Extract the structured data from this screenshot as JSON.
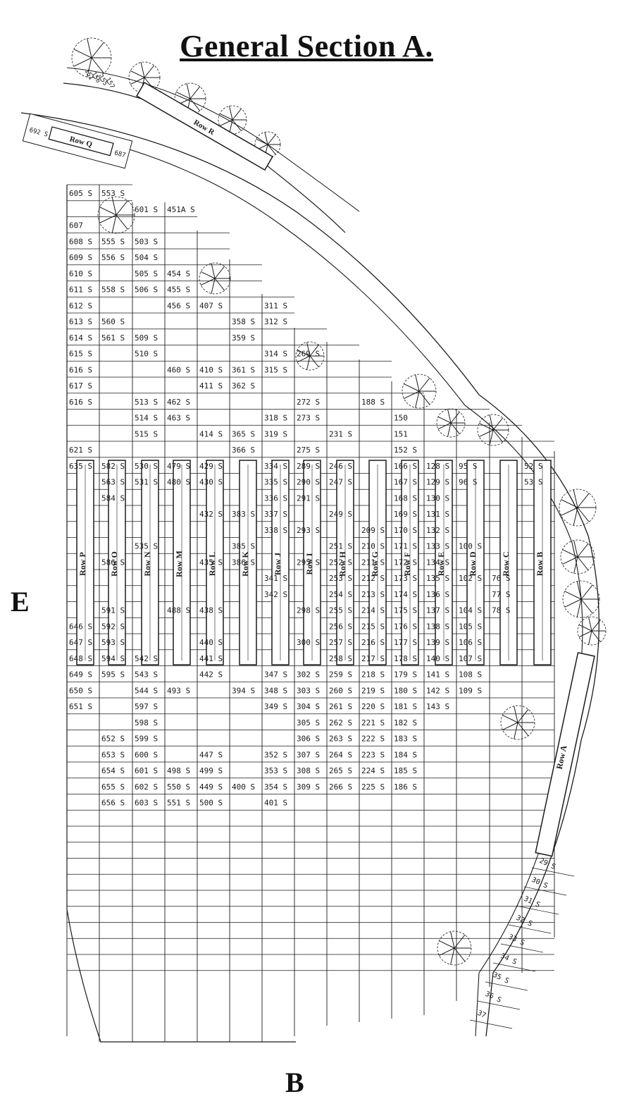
{
  "title": "General Section A.",
  "compass": {
    "left": "E",
    "bottom": "B"
  },
  "ink_color": "#1a1a1a",
  "row_labels": [
    "Row P",
    "Row O",
    "Row N",
    "Row M",
    "Row L",
    "Row K",
    "Row J",
    "Row I",
    "Row H",
    "Row G",
    "Row F",
    "Row E",
    "Row D",
    "Row C",
    "Row B"
  ],
  "top_row_labels": {
    "row_r": "Row R",
    "row_q": "Row Q",
    "row_a": "Row A"
  },
  "plots": [
    {
      "t": "605 S",
      "c": 0,
      "r": 0
    },
    {
      "t": "553 S",
      "c": 1,
      "r": 0
    },
    {
      "t": "601 S",
      "c": 2,
      "r": 1
    },
    {
      "t": "451A S",
      "c": 3,
      "r": 1
    },
    {
      "t": "607",
      "c": 0,
      "r": 2
    },
    {
      "t": "608 S",
      "c": 0,
      "r": 3
    },
    {
      "t": "555 S",
      "c": 1,
      "r": 3
    },
    {
      "t": "503 S",
      "c": 2,
      "r": 3
    },
    {
      "t": "609 S",
      "c": 0,
      "r": 4
    },
    {
      "t": "556 S",
      "c": 1,
      "r": 4
    },
    {
      "t": "504 S",
      "c": 2,
      "r": 4
    },
    {
      "t": "610 S",
      "c": 0,
      "r": 5
    },
    {
      "t": "505 S",
      "c": 2,
      "r": 5
    },
    {
      "t": "454 S",
      "c": 3,
      "r": 5
    },
    {
      "t": "611 S",
      "c": 0,
      "r": 6
    },
    {
      "t": "558 S",
      "c": 1,
      "r": 6
    },
    {
      "t": "506 S",
      "c": 2,
      "r": 6
    },
    {
      "t": "455 S",
      "c": 3,
      "r": 6
    },
    {
      "t": "612 S",
      "c": 0,
      "r": 7
    },
    {
      "t": "456 S",
      "c": 3,
      "r": 7
    },
    {
      "t": "407 S",
      "c": 4,
      "r": 7
    },
    {
      "t": "311 S",
      "c": 6,
      "r": 7
    },
    {
      "t": "613 S",
      "c": 0,
      "r": 8
    },
    {
      "t": "560 S",
      "c": 1,
      "r": 8
    },
    {
      "t": "358 S",
      "c": 5,
      "r": 8
    },
    {
      "t": "312 S",
      "c": 6,
      "r": 8
    },
    {
      "t": "614 S",
      "c": 0,
      "r": 9
    },
    {
      "t": "561 S",
      "c": 1,
      "r": 9
    },
    {
      "t": "509 S",
      "c": 2,
      "r": 9
    },
    {
      "t": "359 S",
      "c": 5,
      "r": 9
    },
    {
      "t": "615 S",
      "c": 0,
      "r": 10
    },
    {
      "t": "510 S",
      "c": 2,
      "r": 10
    },
    {
      "t": "314 S",
      "c": 6,
      "r": 10
    },
    {
      "t": "269 S",
      "c": 7,
      "r": 10
    },
    {
      "t": "616 S",
      "c": 0,
      "r": 11
    },
    {
      "t": "460 S",
      "c": 3,
      "r": 11
    },
    {
      "t": "410 S",
      "c": 4,
      "r": 11
    },
    {
      "t": "361 S",
      "c": 5,
      "r": 11
    },
    {
      "t": "315 S",
      "c": 6,
      "r": 11
    },
    {
      "t": "617 S",
      "c": 0,
      "r": 12
    },
    {
      "t": "411 S",
      "c": 4,
      "r": 12
    },
    {
      "t": "362 S",
      "c": 5,
      "r": 12
    },
    {
      "t": "616 S",
      "c": 0,
      "r": 13
    },
    {
      "t": "513 S",
      "c": 2,
      "r": 13
    },
    {
      "t": "462 S",
      "c": 3,
      "r": 13
    },
    {
      "t": "272 S",
      "c": 7,
      "r": 13
    },
    {
      "t": "188 S",
      "c": 9,
      "r": 13
    },
    {
      "t": "514 S",
      "c": 2,
      "r": 14
    },
    {
      "t": "463 S",
      "c": 3,
      "r": 14
    },
    {
      "t": "318 S",
      "c": 6,
      "r": 14
    },
    {
      "t": "273 S",
      "c": 7,
      "r": 14
    },
    {
      "t": "150",
      "c": 10,
      "r": 14
    },
    {
      "t": "515 S",
      "c": 2,
      "r": 15
    },
    {
      "t": "414 S",
      "c": 4,
      "r": 15
    },
    {
      "t": "365 S",
      "c": 5,
      "r": 15
    },
    {
      "t": "319 S",
      "c": 6,
      "r": 15
    },
    {
      "t": "231 S",
      "c": 8,
      "r": 15
    },
    {
      "t": "151",
      "c": 10,
      "r": 15
    },
    {
      "t": "621 S",
      "c": 0,
      "r": 16
    },
    {
      "t": "366 S",
      "c": 5,
      "r": 16
    },
    {
      "t": "275 S",
      "c": 7,
      "r": 16
    },
    {
      "t": "152 S",
      "c": 10,
      "r": 16
    },
    {
      "t": "635 S",
      "c": 0,
      "r": 17
    },
    {
      "t": "582 S",
      "c": 1,
      "r": 17
    },
    {
      "t": "530 S",
      "c": 2,
      "r": 17
    },
    {
      "t": "479 S",
      "c": 3,
      "r": 17
    },
    {
      "t": "429 S",
      "c": 4,
      "r": 17
    },
    {
      "t": "334 S",
      "c": 6,
      "r": 17
    },
    {
      "t": "289 S",
      "c": 7,
      "r": 17
    },
    {
      "t": "246 S",
      "c": 8,
      "r": 17
    },
    {
      "t": "166 S",
      "c": 10,
      "r": 17
    },
    {
      "t": "128 S",
      "c": 11,
      "r": 17
    },
    {
      "t": "95 S",
      "c": 12,
      "r": 17
    },
    {
      "t": "52 S",
      "c": 14,
      "r": 17
    },
    {
      "t": "563 S",
      "c": 1,
      "r": 18
    },
    {
      "t": "531 S",
      "c": 2,
      "r": 18
    },
    {
      "t": "480 S",
      "c": 3,
      "r": 18
    },
    {
      "t": "430 S",
      "c": 4,
      "r": 18
    },
    {
      "t": "335 S",
      "c": 6,
      "r": 18
    },
    {
      "t": "290 S",
      "c": 7,
      "r": 18
    },
    {
      "t": "247 S",
      "c": 8,
      "r": 18
    },
    {
      "t": "167 S",
      "c": 10,
      "r": 18
    },
    {
      "t": "129 S",
      "c": 11,
      "r": 18
    },
    {
      "t": "96 S",
      "c": 12,
      "r": 18
    },
    {
      "t": "53 S",
      "c": 14,
      "r": 18
    },
    {
      "t": "584 S",
      "c": 1,
      "r": 19
    },
    {
      "t": "336 S",
      "c": 6,
      "r": 19
    },
    {
      "t": "291 S",
      "c": 7,
      "r": 19
    },
    {
      "t": "168 S",
      "c": 10,
      "r": 19
    },
    {
      "t": "130 S",
      "c": 11,
      "r": 19
    },
    {
      "t": "432 S",
      "c": 4,
      "r": 20
    },
    {
      "t": "383 S",
      "c": 5,
      "r": 20
    },
    {
      "t": "337 S",
      "c": 6,
      "r": 20
    },
    {
      "t": "249 S",
      "c": 8,
      "r": 20
    },
    {
      "t": "169 S",
      "c": 10,
      "r": 20
    },
    {
      "t": "131 S",
      "c": 11,
      "r": 20
    },
    {
      "t": "338 S",
      "c": 6,
      "r": 21
    },
    {
      "t": "293 S",
      "c": 7,
      "r": 21
    },
    {
      "t": "209 S",
      "c": 9,
      "r": 21
    },
    {
      "t": "170 S",
      "c": 10,
      "r": 21
    },
    {
      "t": "132 S",
      "c": 11,
      "r": 21
    },
    {
      "t": "535 S",
      "c": 2,
      "r": 22
    },
    {
      "t": "385 S",
      "c": 5,
      "r": 22
    },
    {
      "t": "251 S",
      "c": 8,
      "r": 22
    },
    {
      "t": "210 S",
      "c": 9,
      "r": 22
    },
    {
      "t": "171 S",
      "c": 10,
      "r": 22
    },
    {
      "t": "133 S",
      "c": 11,
      "r": 22
    },
    {
      "t": "100 S",
      "c": 12,
      "r": 22
    },
    {
      "t": "586 S",
      "c": 1,
      "r": 23
    },
    {
      "t": "435 S",
      "c": 4,
      "r": 23
    },
    {
      "t": "386 S",
      "c": 5,
      "r": 23
    },
    {
      "t": "295 S",
      "c": 7,
      "r": 23
    },
    {
      "t": "252 S",
      "c": 8,
      "r": 23
    },
    {
      "t": "211 S",
      "c": 9,
      "r": 23
    },
    {
      "t": "172 S",
      "c": 10,
      "r": 23
    },
    {
      "t": "134 S",
      "c": 11,
      "r": 23
    },
    {
      "t": "341 S",
      "c": 6,
      "r": 24
    },
    {
      "t": "253 S",
      "c": 8,
      "r": 24
    },
    {
      "t": "212 S",
      "c": 9,
      "r": 24
    },
    {
      "t": "173 S",
      "c": 10,
      "r": 24
    },
    {
      "t": "135 S",
      "c": 11,
      "r": 24
    },
    {
      "t": "102 S",
      "c": 12,
      "r": 24
    },
    {
      "t": "76 S",
      "c": 13,
      "r": 24
    },
    {
      "t": "342 S",
      "c": 6,
      "r": 25
    },
    {
      "t": "254 S",
      "c": 8,
      "r": 25
    },
    {
      "t": "213 S",
      "c": 9,
      "r": 25
    },
    {
      "t": "174 S",
      "c": 10,
      "r": 25
    },
    {
      "t": "136 S",
      "c": 11,
      "r": 25
    },
    {
      "t": "77 S",
      "c": 13,
      "r": 25
    },
    {
      "t": "591 S",
      "c": 1,
      "r": 26
    },
    {
      "t": "488 S",
      "c": 3,
      "r": 26
    },
    {
      "t": "438 S",
      "c": 4,
      "r": 26
    },
    {
      "t": "298 S",
      "c": 7,
      "r": 26
    },
    {
      "t": "255 S",
      "c": 8,
      "r": 26
    },
    {
      "t": "214 S",
      "c": 9,
      "r": 26
    },
    {
      "t": "175 S",
      "c": 10,
      "r": 26
    },
    {
      "t": "137 S",
      "c": 11,
      "r": 26
    },
    {
      "t": "104 S",
      "c": 12,
      "r": 26
    },
    {
      "t": "78 S",
      "c": 13,
      "r": 26
    },
    {
      "t": "646 S",
      "c": 0,
      "r": 27
    },
    {
      "t": "592 S",
      "c": 1,
      "r": 27
    },
    {
      "t": "256 S",
      "c": 8,
      "r": 27
    },
    {
      "t": "215 S",
      "c": 9,
      "r": 27
    },
    {
      "t": "176 S",
      "c": 10,
      "r": 27
    },
    {
      "t": "138 S",
      "c": 11,
      "r": 27
    },
    {
      "t": "105 S",
      "c": 12,
      "r": 27
    },
    {
      "t": "647 S",
      "c": 0,
      "r": 28
    },
    {
      "t": "593 S",
      "c": 1,
      "r": 28
    },
    {
      "t": "440 S",
      "c": 4,
      "r": 28
    },
    {
      "t": "300 S",
      "c": 7,
      "r": 28
    },
    {
      "t": "257 S",
      "c": 8,
      "r": 28
    },
    {
      "t": "216 S",
      "c": 9,
      "r": 28
    },
    {
      "t": "177 S",
      "c": 10,
      "r": 28
    },
    {
      "t": "139 S",
      "c": 11,
      "r": 28
    },
    {
      "t": "106 S",
      "c": 12,
      "r": 28
    },
    {
      "t": "648 S",
      "c": 0,
      "r": 29
    },
    {
      "t": "594 S",
      "c": 1,
      "r": 29
    },
    {
      "t": "542 S",
      "c": 2,
      "r": 29
    },
    {
      "t": "441 S",
      "c": 4,
      "r": 29
    },
    {
      "t": "258 S",
      "c": 8,
      "r": 29
    },
    {
      "t": "217 S",
      "c": 9,
      "r": 29
    },
    {
      "t": "178 S",
      "c": 10,
      "r": 29
    },
    {
      "t": "140 S",
      "c": 11,
      "r": 29
    },
    {
      "t": "107 S",
      "c": 12,
      "r": 29
    },
    {
      "t": "649 S",
      "c": 0,
      "r": 30
    },
    {
      "t": "595 S",
      "c": 1,
      "r": 30
    },
    {
      "t": "543 S",
      "c": 2,
      "r": 30
    },
    {
      "t": "442 S",
      "c": 4,
      "r": 30
    },
    {
      "t": "347 S",
      "c": 6,
      "r": 30
    },
    {
      "t": "302 S",
      "c": 7,
      "r": 30
    },
    {
      "t": "259 S",
      "c": 8,
      "r": 30
    },
    {
      "t": "218 S",
      "c": 9,
      "r": 30
    },
    {
      "t": "179 S",
      "c": 10,
      "r": 30
    },
    {
      "t": "141 S",
      "c": 11,
      "r": 30
    },
    {
      "t": "108 S",
      "c": 12,
      "r": 30
    },
    {
      "t": "650 S",
      "c": 0,
      "r": 31
    },
    {
      "t": "544 S",
      "c": 2,
      "r": 31
    },
    {
      "t": "493 S",
      "c": 3,
      "r": 31
    },
    {
      "t": "394 S",
      "c": 5,
      "r": 31
    },
    {
      "t": "348 S",
      "c": 6,
      "r": 31
    },
    {
      "t": "303 S",
      "c": 7,
      "r": 31
    },
    {
      "t": "260 S",
      "c": 8,
      "r": 31
    },
    {
      "t": "219 S",
      "c": 9,
      "r": 31
    },
    {
      "t": "180 S",
      "c": 10,
      "r": 31
    },
    {
      "t": "142 S",
      "c": 11,
      "r": 31
    },
    {
      "t": "109 S",
      "c": 12,
      "r": 31
    },
    {
      "t": "651 S",
      "c": 0,
      "r": 32
    },
    {
      "t": "597 S",
      "c": 2,
      "r": 32
    },
    {
      "t": "349 S",
      "c": 6,
      "r": 32
    },
    {
      "t": "304 S",
      "c": 7,
      "r": 32
    },
    {
      "t": "261 S",
      "c": 8,
      "r": 32
    },
    {
      "t": "220 S",
      "c": 9,
      "r": 32
    },
    {
      "t": "181 S",
      "c": 10,
      "r": 32
    },
    {
      "t": "143 S",
      "c": 11,
      "r": 32
    },
    {
      "t": "598 S",
      "c": 2,
      "r": 33
    },
    {
      "t": "305 S",
      "c": 7,
      "r": 33
    },
    {
      "t": "262 S",
      "c": 8,
      "r": 33
    },
    {
      "t": "221 S",
      "c": 9,
      "r": 33
    },
    {
      "t": "182 S",
      "c": 10,
      "r": 33
    },
    {
      "t": "652 S",
      "c": 1,
      "r": 34
    },
    {
      "t": "599 S",
      "c": 2,
      "r": 34
    },
    {
      "t": "306 S",
      "c": 7,
      "r": 34
    },
    {
      "t": "263 S",
      "c": 8,
      "r": 34
    },
    {
      "t": "222 S",
      "c": 9,
      "r": 34
    },
    {
      "t": "183 S",
      "c": 10,
      "r": 34
    },
    {
      "t": "653 S",
      "c": 1,
      "r": 35
    },
    {
      "t": "600 S",
      "c": 2,
      "r": 35
    },
    {
      "t": "447 S",
      "c": 4,
      "r": 35
    },
    {
      "t": "352 S",
      "c": 6,
      "r": 35
    },
    {
      "t": "307 S",
      "c": 7,
      "r": 35
    },
    {
      "t": "264 S",
      "c": 8,
      "r": 35
    },
    {
      "t": "223 S",
      "c": 9,
      "r": 35
    },
    {
      "t": "184 S",
      "c": 10,
      "r": 35
    },
    {
      "t": "654 S",
      "c": 1,
      "r": 36
    },
    {
      "t": "601 S",
      "c": 2,
      "r": 36
    },
    {
      "t": "498 S",
      "c": 3,
      "r": 36
    },
    {
      "t": "499 S",
      "c": 4,
      "r": 36
    },
    {
      "t": "353 S",
      "c": 6,
      "r": 36
    },
    {
      "t": "308 S",
      "c": 7,
      "r": 36
    },
    {
      "t": "265 S",
      "c": 8,
      "r": 36
    },
    {
      "t": "224 S",
      "c": 9,
      "r": 36
    },
    {
      "t": "185 S",
      "c": 10,
      "r": 36
    },
    {
      "t": "655 S",
      "c": 1,
      "r": 37
    },
    {
      "t": "602 S",
      "c": 2,
      "r": 37
    },
    {
      "t": "550 S",
      "c": 3,
      "r": 37
    },
    {
      "t": "449 S",
      "c": 4,
      "r": 37
    },
    {
      "t": "400 S",
      "c": 5,
      "r": 37
    },
    {
      "t": "354 S",
      "c": 6,
      "r": 37
    },
    {
      "t": "309 S",
      "c": 7,
      "r": 37
    },
    {
      "t": "266 S",
      "c": 8,
      "r": 37
    },
    {
      "t": "225 S",
      "c": 9,
      "r": 37
    },
    {
      "t": "186 S",
      "c": 10,
      "r": 37
    },
    {
      "t": "656 S",
      "c": 1,
      "r": 38
    },
    {
      "t": "603 S",
      "c": 2,
      "r": 38
    },
    {
      "t": "551 S",
      "c": 3,
      "r": 38
    },
    {
      "t": "500 S",
      "c": 4,
      "r": 38
    },
    {
      "t": "401 S",
      "c": 6,
      "r": 38
    }
  ],
  "row_a_plots": [
    "29 S",
    "30 S",
    "31 S",
    "32 S",
    "33 S",
    "34 S",
    "35 S",
    "36 S",
    "37"
  ],
  "row_r_plots": [
    "151",
    "156",
    "155",
    "157"
  ],
  "row_q_plots": [
    "692 S",
    "687"
  ]
}
